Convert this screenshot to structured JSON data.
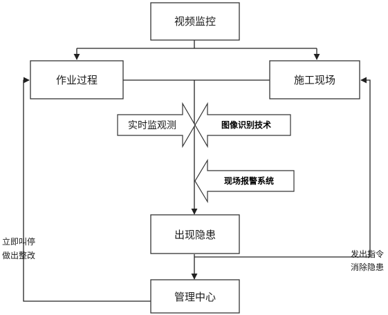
{
  "nodes": {
    "video_monitor": "视频监控",
    "work_process": "作业过程",
    "construction_site": "施工现场",
    "hazard": "出现隐患",
    "management_center": "管理中心"
  },
  "arrows": {
    "realtime_monitoring": "实时监观测",
    "image_recognition": "图像识别技术",
    "site_alarm": "现场报警系统"
  },
  "side_labels": {
    "left_line1": "立即叫停",
    "left_line2": "做出整改",
    "right_line1": "发出指令",
    "right_line2": "消除隐患"
  },
  "colors": {
    "box_border": "#333333",
    "line": "#222222",
    "text": "#1a1a1a"
  }
}
